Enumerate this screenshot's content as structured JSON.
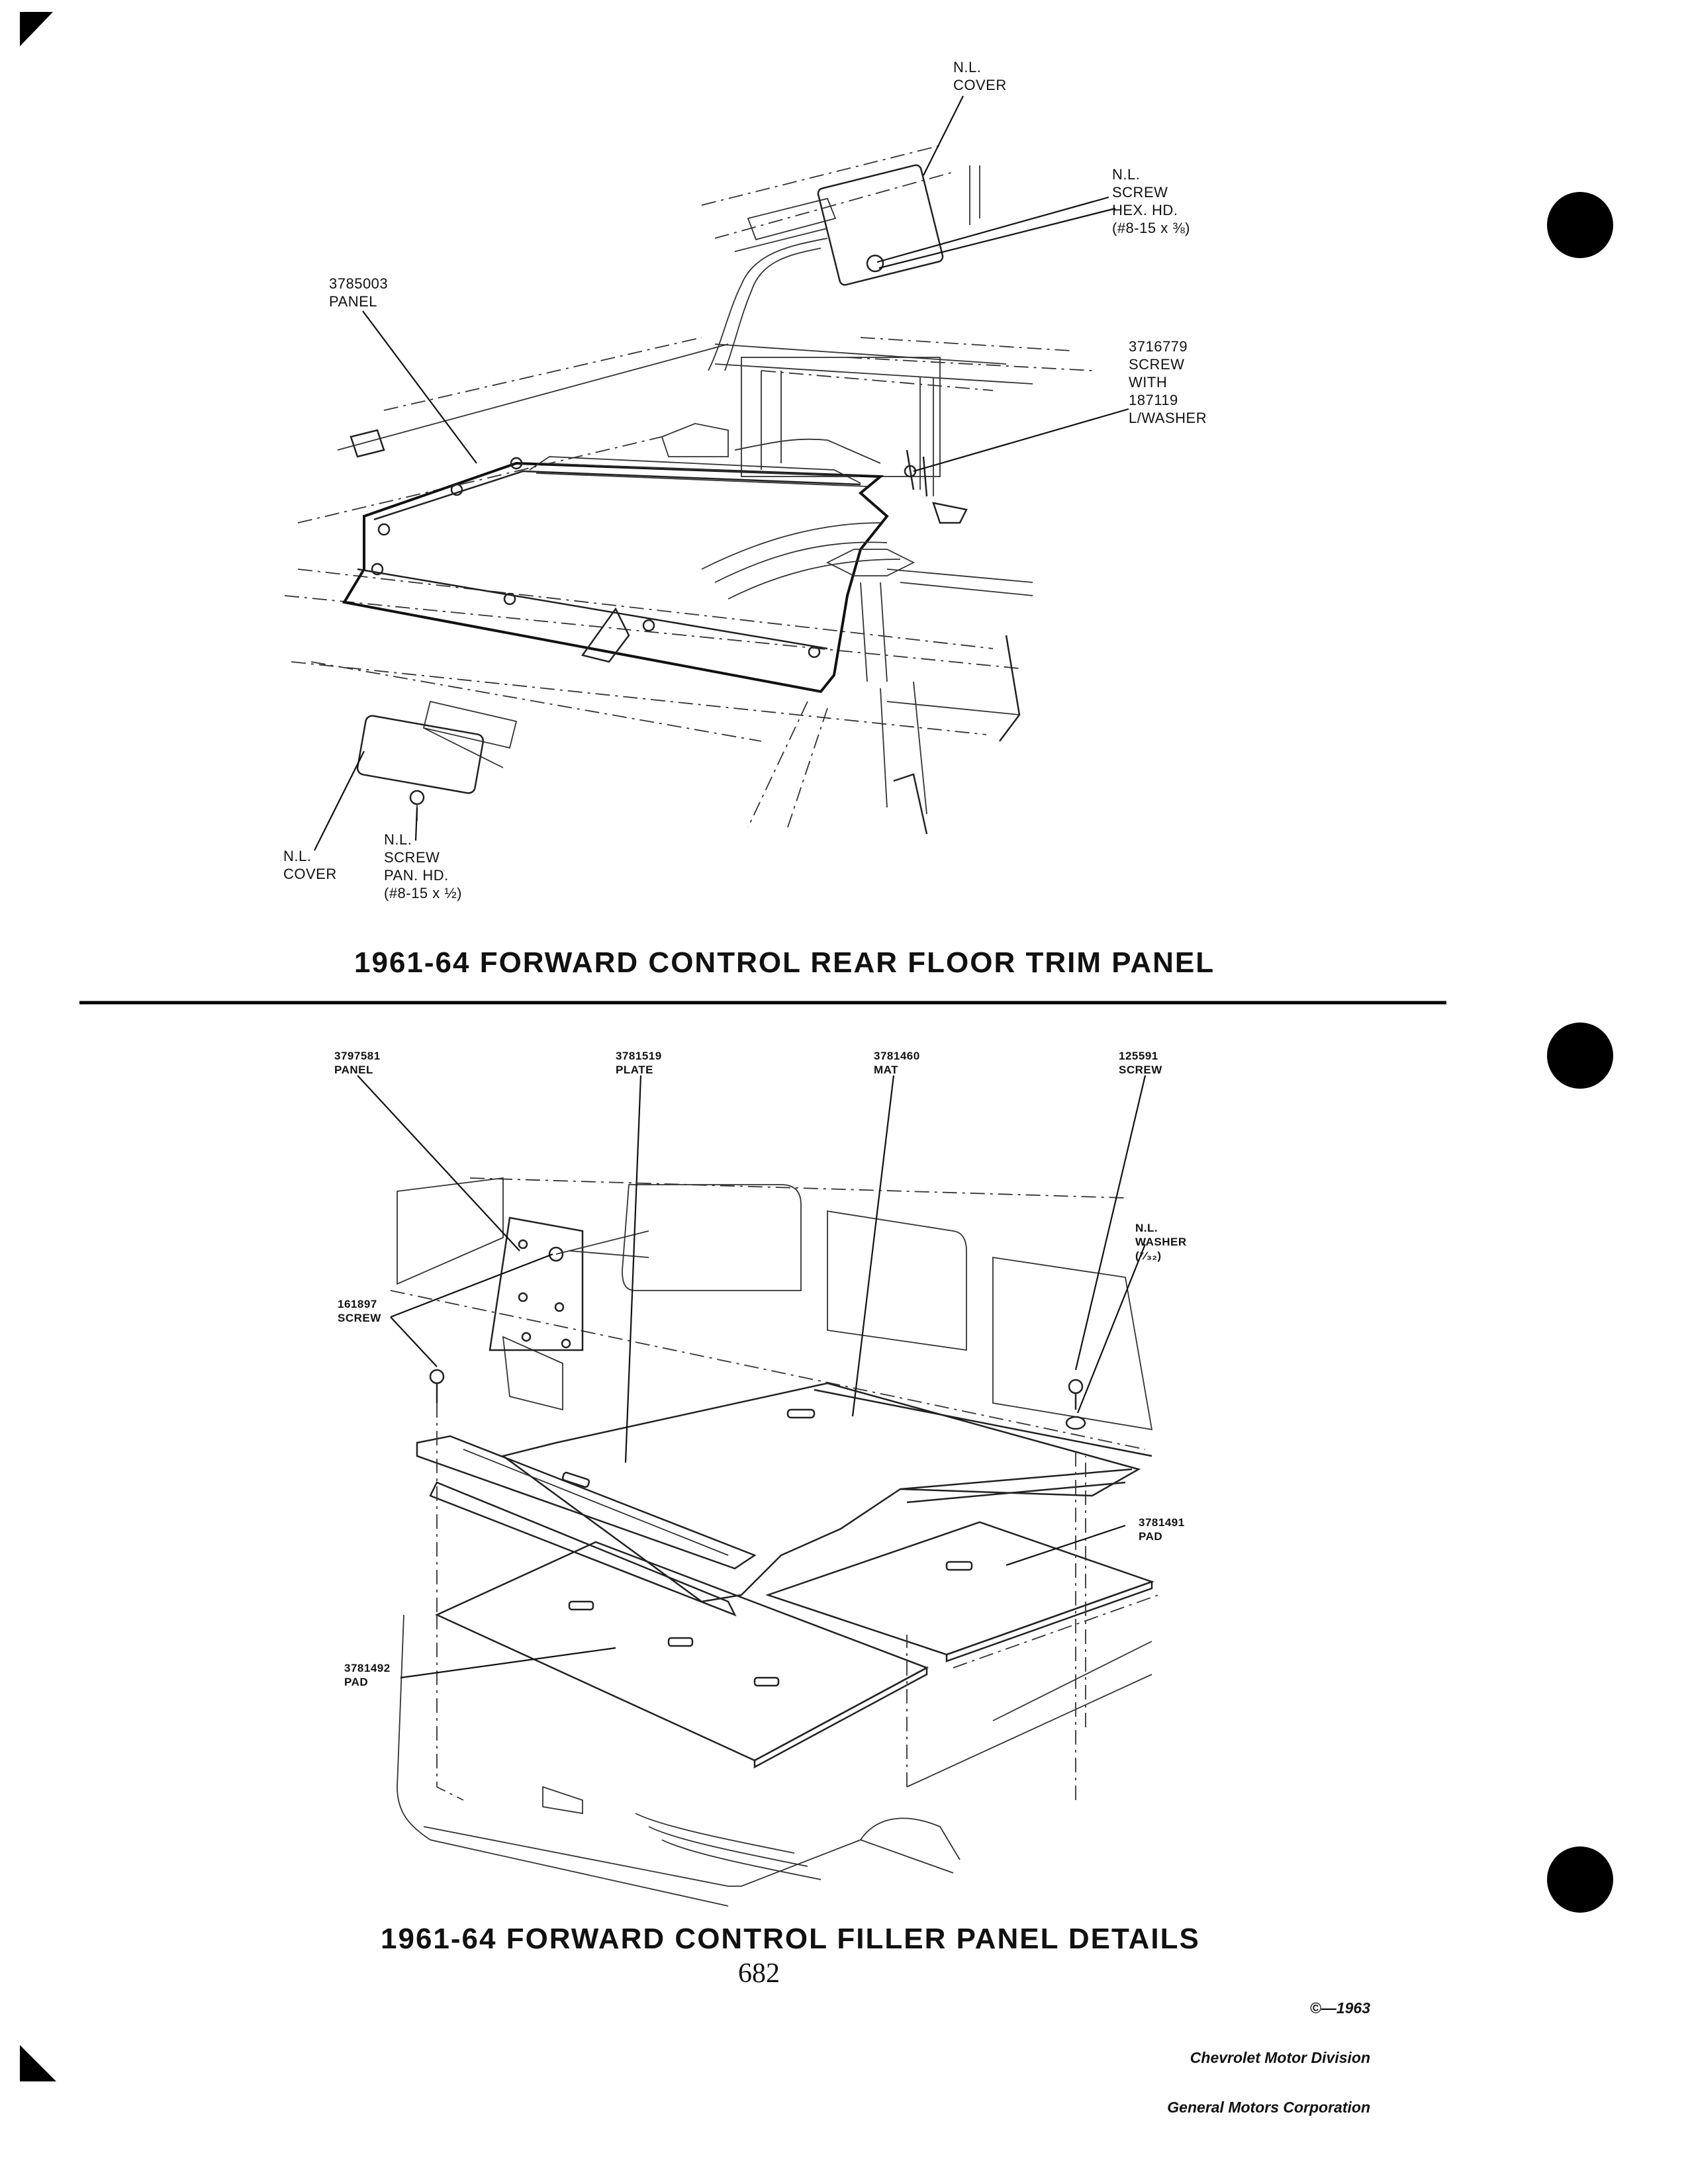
{
  "page": {
    "page_number": "682",
    "copyright": "©—1963",
    "publisher_line1": "Chevrolet Motor Division",
    "publisher_line2": "General Motors Corporation"
  },
  "figure_top": {
    "title": "1961-64 FORWARD CONTROL REAR FLOOR TRIM PANEL",
    "callouts": {
      "cover_upper": "N.L.\nCOVER",
      "screw_hex": "N.L.\nSCREW\nHEX. HD.\n(#8-15 x ⅜)",
      "panel": "3785003\nPANEL",
      "screw_washer": "3716779\nSCREW\nWITH\n187119\nL/WASHER",
      "cover_lower": "N.L.\nCOVER",
      "screw_pan": "N.L.\nSCREW\nPAN. HD.\n(#8-15 x ½)"
    }
  },
  "figure_bottom": {
    "title": "1961-64 FORWARD CONTROL FILLER PANEL DETAILS",
    "callouts": {
      "panel": "3797581\nPANEL",
      "plate": "3781519\nPLATE",
      "mat": "3781460\nMAT",
      "screw_top": "125591\nSCREW",
      "washer": "N.L.\nWASHER\n(⁷⁄₃₂)",
      "screw_side": "161897\nSCREW",
      "pad_right": "3781491\nPAD",
      "pad_left": "3781492\nPAD"
    }
  }
}
